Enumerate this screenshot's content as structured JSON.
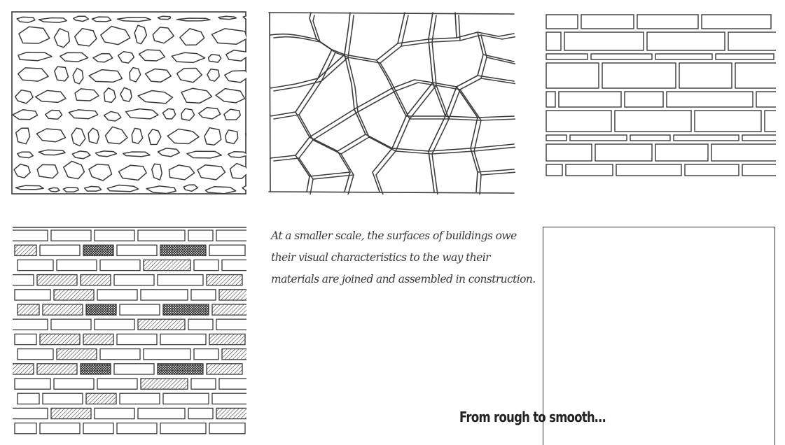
{
  "figure": {
    "panels": [
      {
        "id": "rubble",
        "icon": "rubble-stone-wall-icon"
      },
      {
        "id": "flagstone",
        "icon": "flagstone-pavement-icon"
      },
      {
        "id": "ashlar",
        "icon": "ashlar-block-wall-icon"
      },
      {
        "id": "patterned-brick",
        "icon": "patterned-brick-wall-icon"
      },
      {
        "id": "smooth",
        "icon": "smooth-surface-icon"
      }
    ],
    "caption_lines": [
      "At a smaller scale, the surfaces of buildings owe",
      "their visual characteristics to the way their",
      "materials are joined and assembled in construction."
    ],
    "tagline": "From rough to smooth…",
    "colors": {
      "ink": "#3a3a3a",
      "paper": "#ffffff",
      "text": "#3a3a3a"
    }
  }
}
